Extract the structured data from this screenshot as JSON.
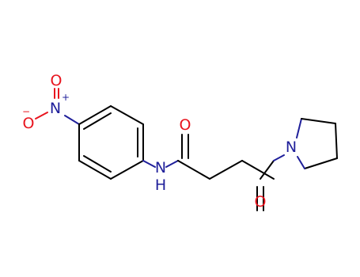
{
  "molecule": {
    "colors": {
      "bond": "#000000",
      "oxygen": "#e8141e",
      "nitrogen": "#1f1f9a",
      "background": "#ffffff"
    },
    "atoms": {
      "nitro_o_top": "O",
      "nitro_o_left": "O",
      "nitro_n": "N",
      "nitro_n_charge": "+",
      "nitro_o_charge": "−",
      "amide_n": "N",
      "amide_h": "H",
      "amide_o": "O",
      "ketone_o": "O",
      "pyrrolidine_n": "N"
    }
  }
}
